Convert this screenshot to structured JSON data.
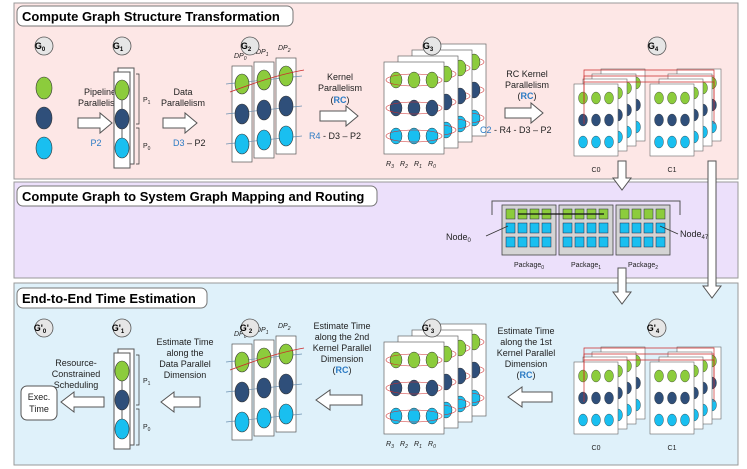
{
  "panels": {
    "transform": {
      "title": "Compute Graph Structure Transformation",
      "fill": "#fde7e6"
    },
    "mapping": {
      "title": "Compute Graph to System Graph Mapping and Routing",
      "fill": "#ece0fb"
    },
    "estimation": {
      "title": "End-to-End Time Estimation",
      "fill": "#dff1fa"
    }
  },
  "colors": {
    "light_green": "#8ccc3c",
    "dark_blue": "#2f4f7a",
    "light_blue": "#19bff0",
    "red_route": "#cc2a2a",
    "arrow_gray": "#ffffff"
  },
  "top": {
    "graphs": [
      "G",
      "G",
      "G",
      "G",
      "G"
    ],
    "graph_subs": [
      "0",
      "1",
      "2",
      "3",
      "4"
    ],
    "step1": {
      "lines": [
        "Pipeline",
        "Parallelism"
      ],
      "code": "P2"
    },
    "step2": {
      "lines": [
        "Data",
        "Parallelism"
      ],
      "code_a": "D3",
      "code_b": " – P2"
    },
    "step3": {
      "lines": [
        "Kernel",
        "Parallelism"
      ],
      "paren_open": "(",
      "rc": "RC",
      "paren_close": ")",
      "code_a": "R4",
      "code_b": " - D3 – P2"
    },
    "step4": {
      "lines": [
        "RC Kernel",
        "Parallelism"
      ],
      "paren_open": "(",
      "rc": "RC",
      "paren_close": ")",
      "code_a": "C2",
      "code_b": " - R4 - D3 – P2"
    },
    "p_labels": [
      "P",
      "P"
    ],
    "p_subs": [
      "1",
      "0"
    ],
    "dp_labels": [
      "DP",
      "DP",
      "DP"
    ],
    "dp_subs": [
      "0",
      "1",
      "2"
    ],
    "r_labels": [
      "R",
      "R",
      "R",
      "R"
    ],
    "r_subs": [
      "3",
      "2",
      "1",
      "0"
    ],
    "c_labels": [
      "C0",
      "C1"
    ]
  },
  "middle": {
    "node_left": "Node",
    "node_left_sub": "0",
    "node_right": "Node",
    "node_right_sub": "47",
    "packages": [
      "Package",
      "Package",
      "Package"
    ],
    "package_subs": [
      "0",
      "1",
      "2"
    ]
  },
  "bottom": {
    "graphs": [
      "G'",
      "G'",
      "G'",
      "G'",
      "G'"
    ],
    "graph_subs": [
      "0",
      "1",
      "2",
      "3",
      "4"
    ],
    "step_rc1": {
      "lines": [
        "Estimate Time",
        "along the 1st",
        "Kernel Parallel",
        "Dimension"
      ],
      "paren_open": "(",
      "rc": "RC",
      "paren_close": ")"
    },
    "step_rc2": {
      "lines": [
        "Estimate Time",
        "along the 2nd",
        "Kernel Parallel",
        "Dimension"
      ],
      "paren_open": "(",
      "rc": "RC",
      "paren_close": ")"
    },
    "step_dp": {
      "lines": [
        "Estimate Time",
        "along the",
        "Data Parallel",
        "Dimension"
      ]
    },
    "step_sched": {
      "lines": [
        "Resource-",
        "Constrained",
        "Scheduling"
      ]
    },
    "result": {
      "lines": [
        "Exec.",
        "Time"
      ]
    },
    "p_labels": [
      "P",
      "P"
    ],
    "p_subs": [
      "1",
      "0"
    ],
    "dp_labels": [
      "DP",
      "DP",
      "DP"
    ],
    "dp_subs": [
      "0",
      "1",
      "2"
    ],
    "r_labels": [
      "R",
      "R",
      "R",
      "R"
    ],
    "r_subs": [
      "3",
      "2",
      "1",
      "0"
    ],
    "c_labels": [
      "C0",
      "C1"
    ]
  }
}
